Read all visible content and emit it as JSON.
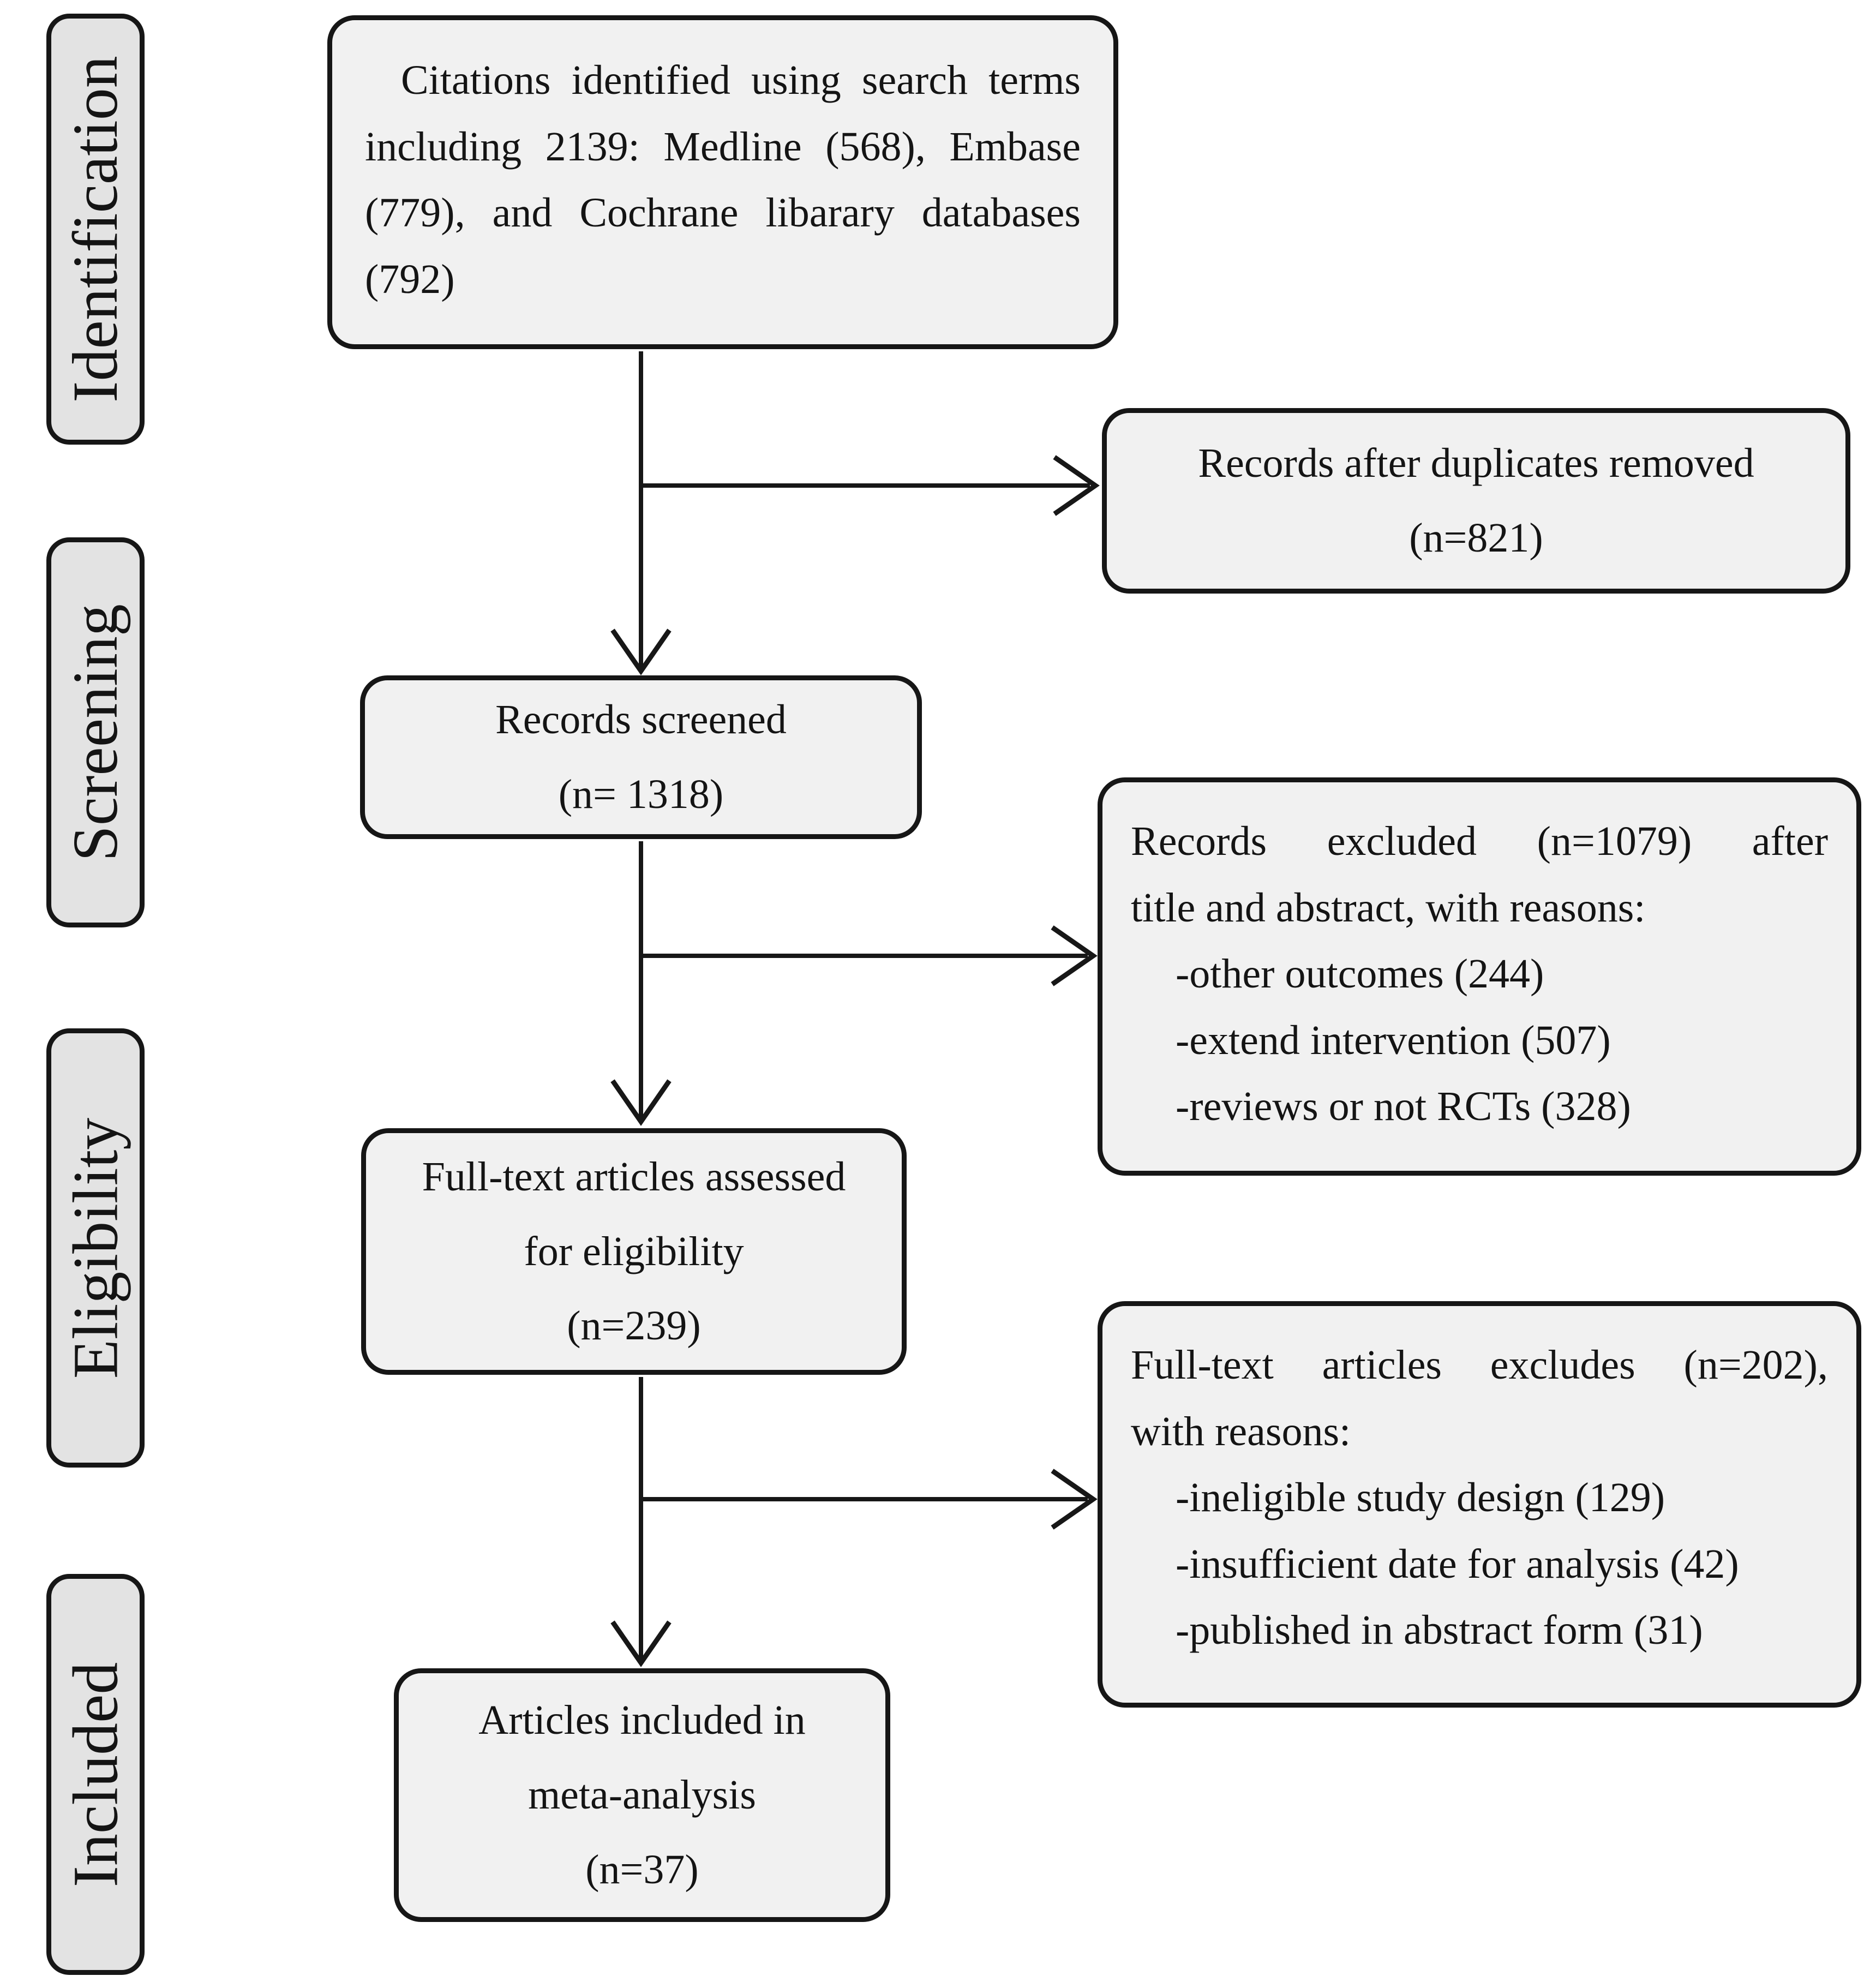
{
  "diagram": {
    "stages": [
      {
        "label": "Identification"
      },
      {
        "label": "Screening"
      },
      {
        "label": "Eligibility"
      },
      {
        "label": "Included"
      }
    ],
    "citations": {
      "lines": [
        "Citations identified using search terms",
        "including 2139: Medline (568), Embase",
        "(779), and Cochrane libarary databases",
        "(792)"
      ]
    },
    "duplicates_removed": {
      "lines": [
        "Records after duplicates removed",
        "(n=821)"
      ]
    },
    "records_screened": {
      "lines": [
        "Records screened",
        "(n= 1318)"
      ]
    },
    "records_excluded": {
      "intro_lines": [
        "Records excluded (n=1079) after",
        "title and abstract, with reasons:"
      ],
      "reasons": [
        "-other outcomes (244)",
        "-extend intervention (507)",
        "-reviews or not RCTs (328)"
      ]
    },
    "fulltext_assessed": {
      "lines": [
        "Full-text articles assessed",
        "for eligibility",
        "(n=239)"
      ]
    },
    "fulltext_excluded": {
      "intro_lines": [
        "Full-text articles excludes (n=202),",
        "with reasons:"
      ],
      "reasons": [
        "-ineligible study design (129)",
        "-insufficient date for analysis (42)",
        "-published in abstract form (31)"
      ]
    },
    "articles_included": {
      "lines": [
        "Articles included in",
        "meta-analysis",
        "(n=37)"
      ]
    }
  },
  "colors": {
    "node_fill": "#f1f1f1",
    "stage_fill": "#e3e3e3",
    "line": "#161616"
  }
}
